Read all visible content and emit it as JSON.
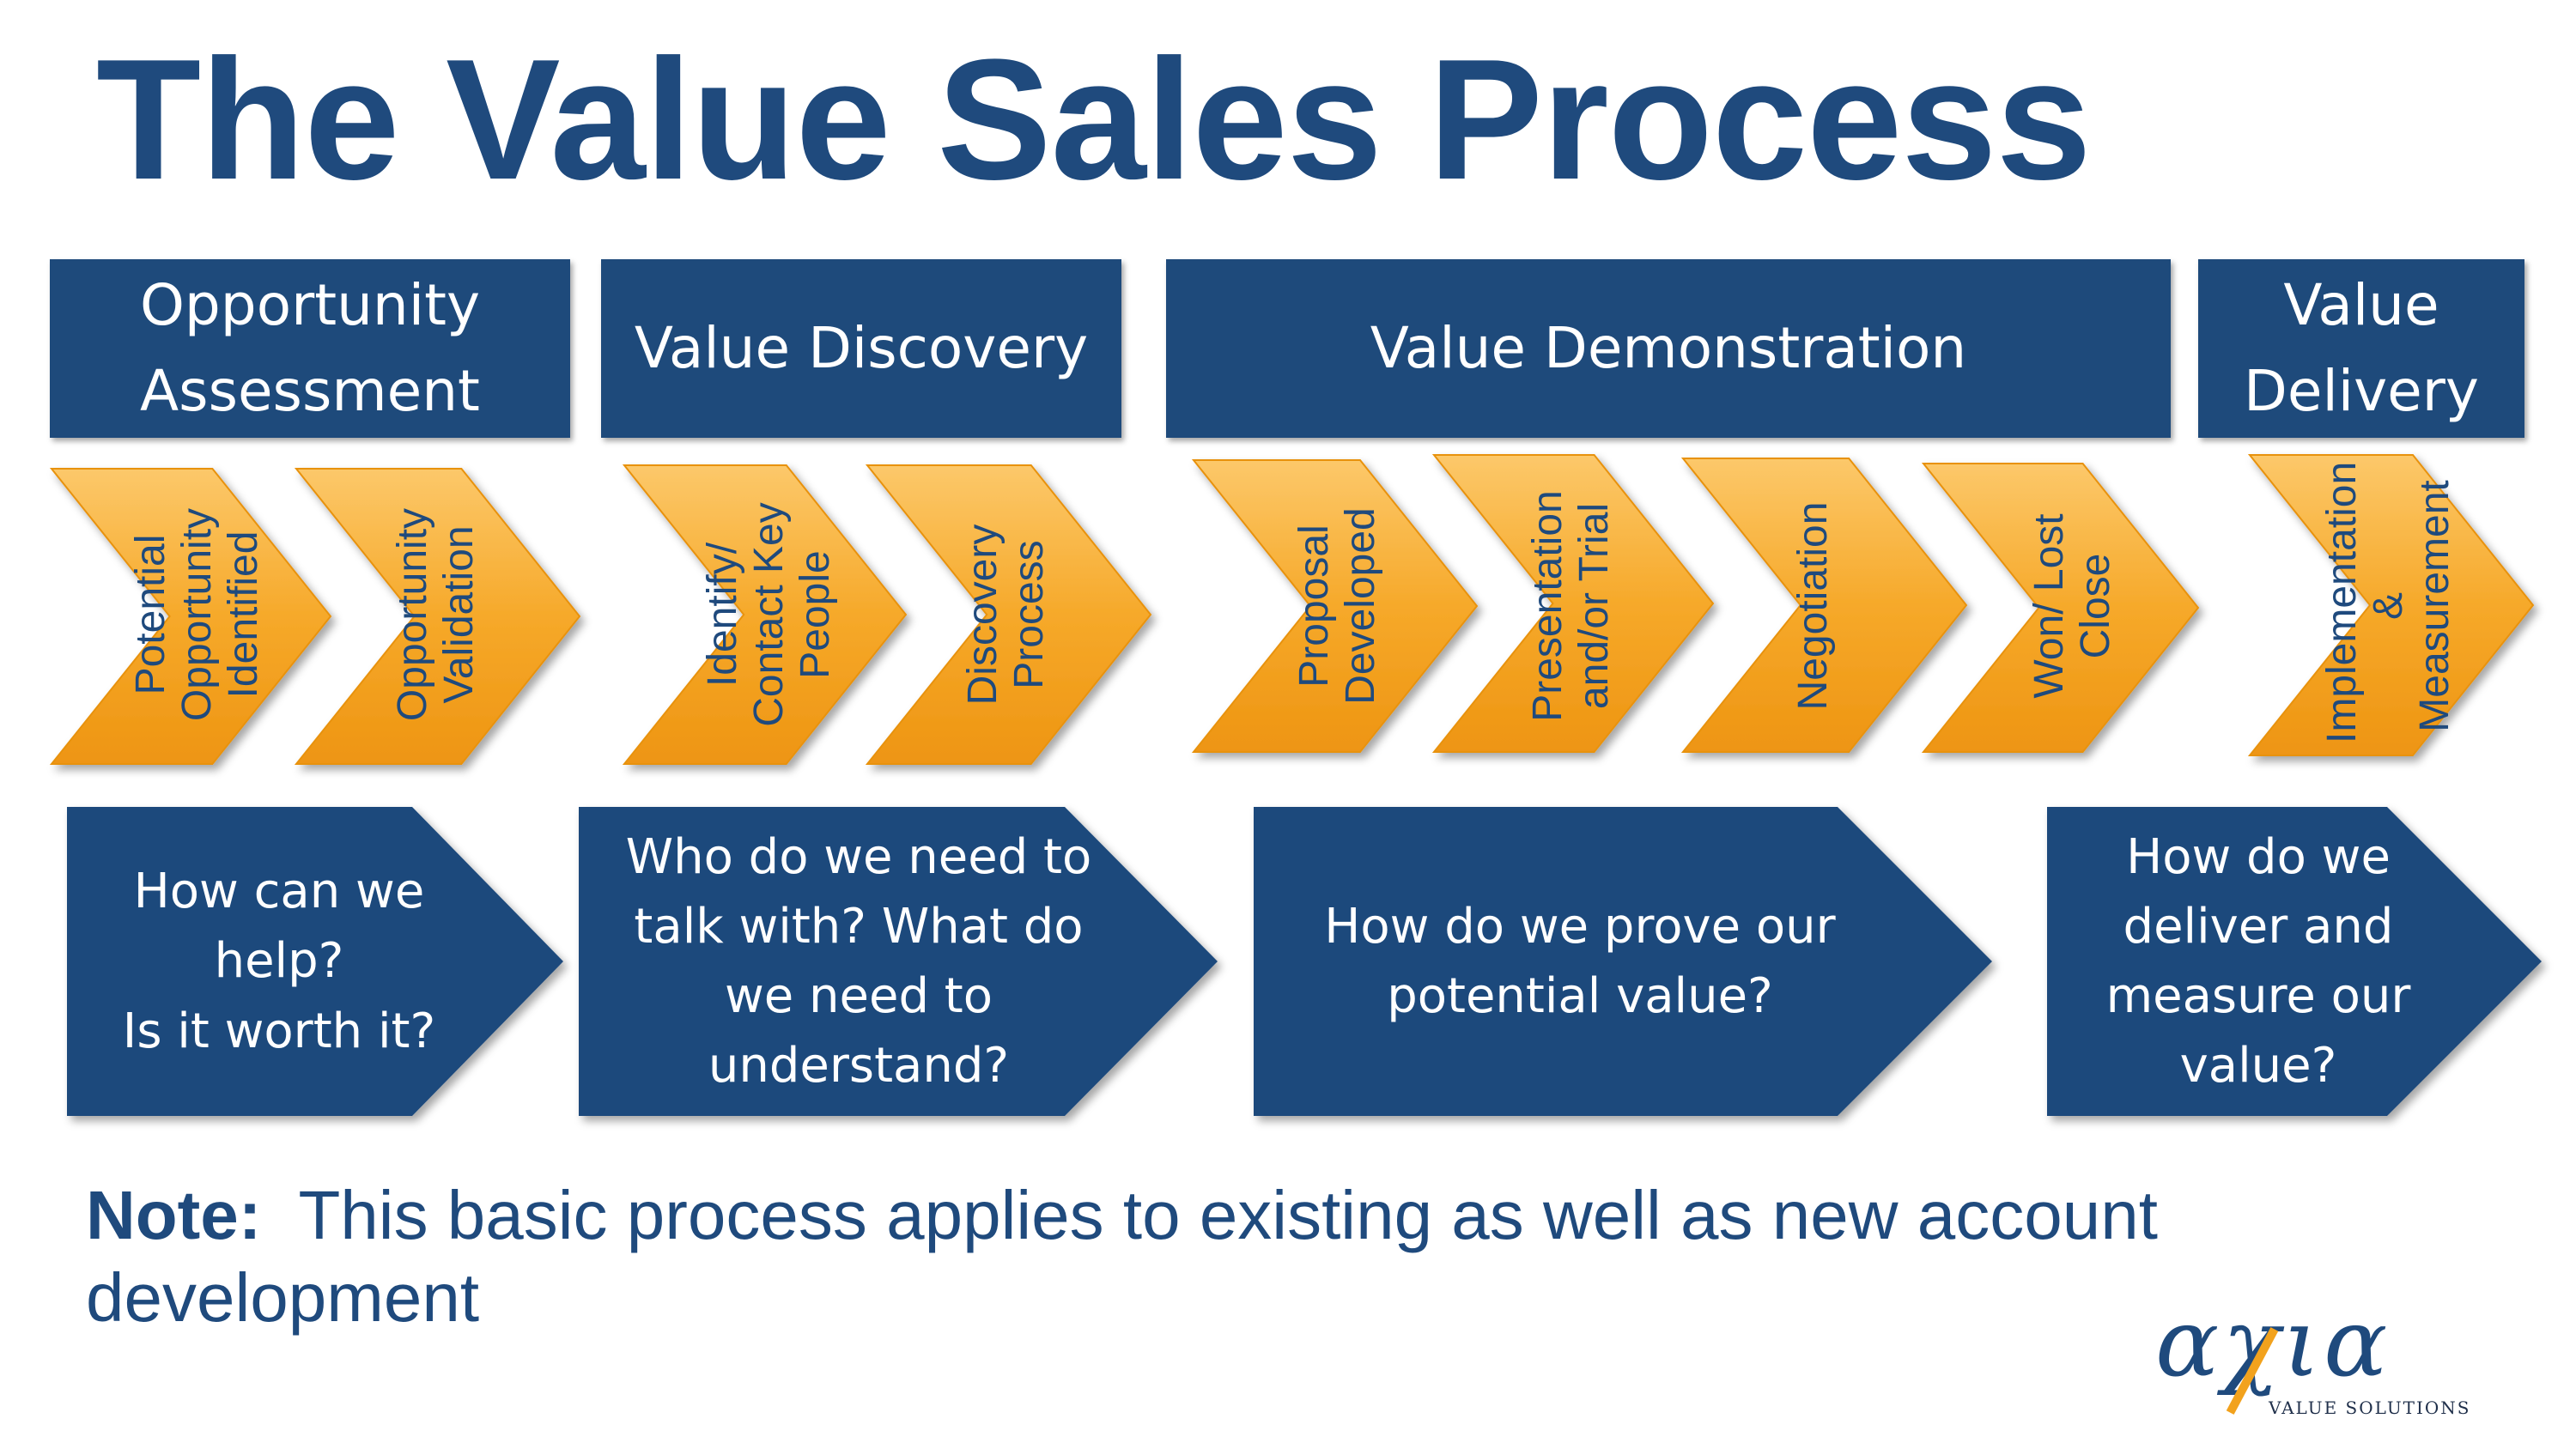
{
  "title": "The Value Sales Process",
  "stages": [
    {
      "label": "Opportunity\nAssessment"
    },
    {
      "label": "Value Discovery"
    },
    {
      "label": "Value Demonstration"
    },
    {
      "label": "Value\nDelivery"
    }
  ],
  "steps": [
    {
      "label": "Potential\nOpportunity\nIdentified"
    },
    {
      "label": "Opportunity\nValidation"
    },
    {
      "label": "Identify/\nContact Key\nPeople"
    },
    {
      "label": "Discovery\nProcess"
    },
    {
      "label": "Proposal\nDeveloped"
    },
    {
      "label": "Presentation\nand/or Trial"
    },
    {
      "label": "Negotiation"
    },
    {
      "label": "Won/ Lost\nClose"
    },
    {
      "label": "Implementation\n&\nMeasurement"
    }
  ],
  "questions": [
    {
      "text": "How can we\nhelp?\nIs it worth it?"
    },
    {
      "text": "Who do we need to\ntalk with? What do\nwe need to\nunderstand?"
    },
    {
      "text": "How do we prove our\npotential value?"
    },
    {
      "text": "How do we\ndeliver and\nmeasure our\nvalue?"
    }
  ],
  "note": {
    "label": "Note:",
    "text": "This basic process applies to existing as well as new account development"
  },
  "logo": {
    "word": "αχια",
    "subtitle": "VALUE SOLUTIONS"
  },
  "colors": {
    "primary_blue": "#1e4a7b",
    "chevron_orange": "#f5a623",
    "chevron_light": "#fbc766",
    "text_blue": "#1f4a7d"
  }
}
